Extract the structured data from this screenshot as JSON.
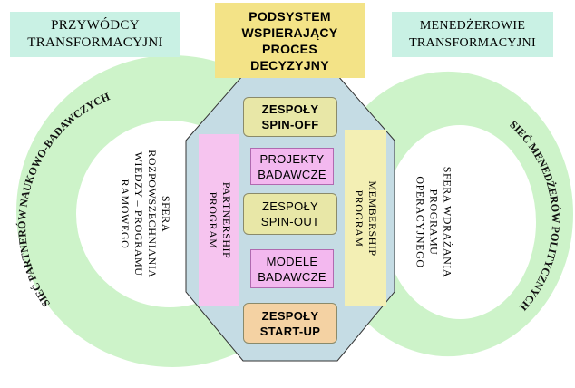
{
  "header_left": {
    "line1": "PRZYWÓDCY",
    "line2": "TRANSFORMACYJNI"
  },
  "header_center": {
    "line1": "PODSYSTEM",
    "line2": "WSPIERAJĄCY",
    "line3": "PROCES",
    "line4": "DECYZYJNY"
  },
  "header_right": {
    "line1": "MENEDŻEROWIE",
    "line2": "TRANSFORMACYJNI"
  },
  "center_boxes": {
    "spin_off": {
      "line1": "ZESPOŁY",
      "line2": "SPIN-OFF"
    },
    "projekty": {
      "line1": "PROJEKTY",
      "line2": "BADAWCZE"
    },
    "spin_out": {
      "line1": "ZESPOŁY",
      "line2": "SPIN-OUT"
    },
    "modele": {
      "line1": "MODELE",
      "line2": "BADAWCZE"
    },
    "start_up": {
      "line1": "ZESPOŁY",
      "line2": "START-UP"
    }
  },
  "partnership": {
    "line1": "PARTNERSHIP",
    "line2": "PROGRAM"
  },
  "membership": {
    "line1": "MEMBERSHIP",
    "line2": "PROGRAM"
  },
  "left_sphere": {
    "line1": "SFERA",
    "line2": "ROZPOWSZECHNIANIA",
    "line3": "WIEDZY – PROGRAMU",
    "line4": "RAMOWEGO"
  },
  "right_sphere": {
    "line1": "SFERA WDRAŻANIA",
    "line2": "PROGRAMU",
    "line3": "OPERACYJNEGO"
  },
  "left_ring_label": "SIEĆ PARTNERÓW NAUKOWO-BADAWCZYCH",
  "right_ring_label": "SIEĆ MENEDŻERÓW POLITYCZNYCH",
  "colors": {
    "ring": "#cdf3c9",
    "header_bg": "#c9f1e4",
    "center_header_bg": "#f3e387",
    "octagon": "#c5dce4",
    "pink": "#f3b8ef",
    "olive": "#e8e7a7",
    "orange": "#f4d2a3",
    "yellow_strip": "#f3efb4"
  }
}
